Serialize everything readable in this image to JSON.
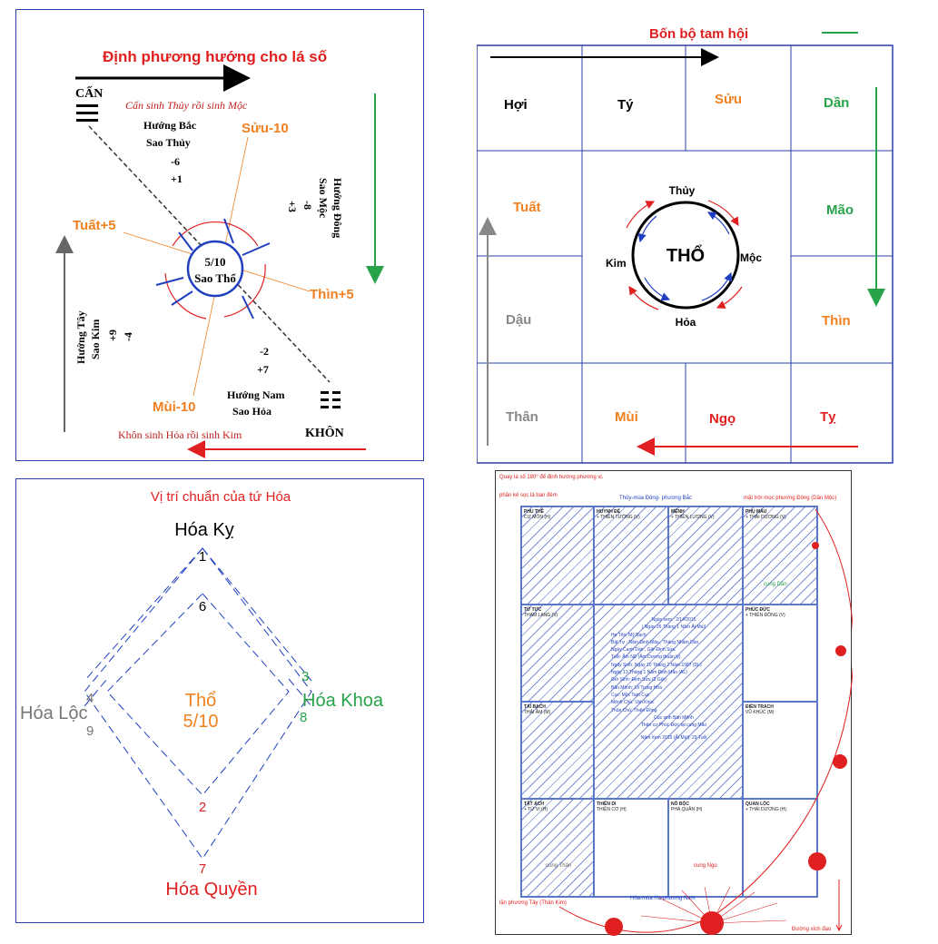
{
  "panel1": {
    "title": "Định phương hướng cho lá số",
    "can_label": "CẤN",
    "can_note": "Cấn sinh Thủy rồi sinh Mộc",
    "north": {
      "line1": "Hướng Bắc",
      "line2": "Sao Thủy",
      "n1": "-6",
      "n2": "+1"
    },
    "east": {
      "line1": "Hướng Đông",
      "line2": "Sao Mộc",
      "n1": "-8",
      "n2": "+3"
    },
    "west": {
      "line1": "Hướng Tây",
      "line2": "Sao Kim",
      "n1": "+9",
      "n2": "-4"
    },
    "south": {
      "line1": "Hướng Nam",
      "line2": "Sao Hỏa",
      "n1": "-2",
      "n2": "+7"
    },
    "center_top": "5/10",
    "center_bottom": "Sao Thổ",
    "suu": "Sửu-10",
    "tuat": "Tuất+5",
    "thin": "Thìn+5",
    "mui": "Mùi-10",
    "khon_label": "KHÔN",
    "khon_note": "Khôn sinh Hỏa rồi sinh Kim"
  },
  "panel2": {
    "title": "Bốn bộ tam hội",
    "cells": {
      "hoi": "Hợi",
      "ty_top": "Tý",
      "suu": "Sửu",
      "dan": "Dần",
      "tuat": "Tuất",
      "mao": "Mão",
      "dau": "Dậu",
      "thin": "Thìn",
      "than": "Thân",
      "mui": "Mùi",
      "ngo": "Ngọ",
      "ty_bottom": "Tỵ"
    },
    "center": {
      "tho": "THỔ",
      "thuy": "Thủy",
      "moc": "Mộc",
      "hoa": "Hỏa",
      "kim": "Kim"
    }
  },
  "panel3": {
    "title": "Vị trí chuẩn của tứ Hóa",
    "hoa_ky": "Hóa Kỵ",
    "hoa_khoa": "Hóa Khoa",
    "hoa_loc": "Hóa Lộc",
    "hoa_quyen": "Hóa Quyền",
    "center_top": "Thổ",
    "center_bottom": "5/10",
    "n1": "1",
    "n6": "6",
    "n3": "3",
    "n8": "8",
    "n4": "4",
    "n9": "9",
    "n2": "2",
    "n7": "7"
  },
  "panel4": {
    "note1": "Quay lá số 180° để định hướng phương vị.",
    "note2": "phần kẻ sọc là ban đêm",
    "top_label": "Thủy-mùa Đông- phương Bắc",
    "sun_label": "mặt trời mọc phương Đông (Dần Mộc)",
    "bottom_label": "Hỏa-mùa Hạ-phương Nam",
    "west_label": "lặn phương Tây (Thân Kim)",
    "path_label": "Đường xích đạo",
    "cung_dan": "cung Dần",
    "cung_than": "cung Thân",
    "cung_ngo": "cung Ngọ",
    "center_lines": [
      "Ngày xem : 2/14/2015",
      "( Ngày 26 Tháng 1 Năm Ất Mùi)",
      "Họ Tên:   Mỹ Bạch",
      "Bát Tự :   Năm Đinh Mão , Tháng Nhâm Dần",
      "Ngày Canh Dần , Giờ Đinh Sửu",
      "Tuổi:   Âm Nữ (Âm Dương thuận lý)",
      "Ngày Sinh: Ngày 10 Tháng 2 Năm 1987 (DL)",
      "Ngày 13 Tháng 1 Năm Đinh Mão (AL)",
      "Giờ Sinh:   Đinh Sửu (2 Giờ)",
      "Bản Mệnh: Lô Trung Hỏa",
      "Cục:   Mộc Tam Cục",
      "Mệnh Chủ: Văn Khúc",
      "Thân Chủ:  Thiên Đồng",
      "Cục sinh Bản Mệnh",
      "Thân cư Phúc Đức tại cung Mão",
      "Năm Xem 2015 (Ất Mùi): 29 Tuổi"
    ],
    "cells": [
      {
        "name": "PHỤ MẪU",
        "star": "+ THÁI DƯƠNG (V)"
      },
      {
        "name": "PHÚC ĐỨC",
        "star": "+ THIÊN ĐỒNG (V)"
      },
      {
        "name": "ĐIỀN TRẠCH",
        "star": "VŨ KHÚC (M)"
      },
      {
        "name": "QUAN LỘC",
        "star": "+ THÁI DƯƠNG (H)"
      },
      {
        "name": "NÔ BỘC",
        "star": "PHÁ QUÂN (H)"
      },
      {
        "name": "THIÊN DI",
        "star": "THIÊN CƠ (H)"
      },
      {
        "name": "TẬT ÁCH",
        "star": "+ TỬ VI (H)"
      },
      {
        "name": "TÀI BẠCH",
        "star": "THÁI ÂM (M)"
      },
      {
        "name": "TỬ TỨC",
        "star": "THAM LANG (V)"
      },
      {
        "name": "PHU THÊ",
        "star": "CỰ MÔN (H)"
      },
      {
        "name": "HUYNH ĐỆ",
        "star": "+ THIÊN TƯỚNG (V)"
      },
      {
        "name": "MỆNH",
        "star": "+ THIÊN LƯƠNG (V)"
      }
    ]
  }
}
